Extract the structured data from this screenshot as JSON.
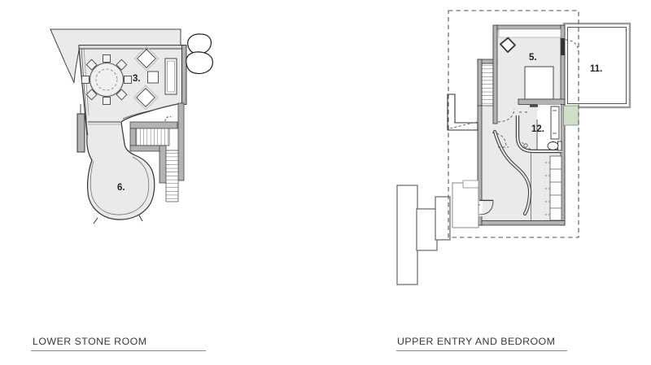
{
  "plans": {
    "lower": {
      "title": "LOWER STONE ROOM",
      "labels": {
        "main_room": "3.",
        "stone_room": "6."
      }
    },
    "upper": {
      "title": "UPPER ENTRY AND BEDROOM",
      "labels": {
        "bedroom": "5.",
        "terrace": "11.",
        "bathroom": "12."
      }
    }
  },
  "colors": {
    "background": "#ffffff",
    "floor": "#eaeaea",
    "wall": "#b3b3b3",
    "wall_dark": "#333333",
    "accent_green": "#cfe0c6",
    "dashed_outline": "#555555",
    "title_text": "#3a3a3a"
  }
}
